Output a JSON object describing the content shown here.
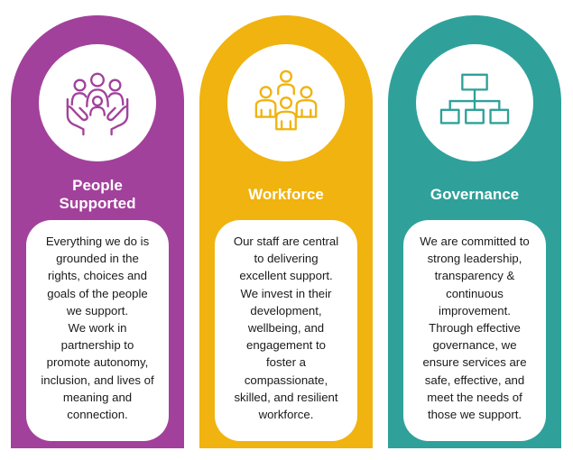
{
  "cards": [
    {
      "title_lines": [
        "People",
        "Supported"
      ],
      "color": "#a2419b",
      "icon": "people-care-icon",
      "description_lines": [
        "Everything we do is",
        "grounded in the",
        "rights, choices and",
        "goals of the people",
        "we support.",
        "We work in",
        "partnership to",
        "promote autonomy,",
        "inclusion, and lives of",
        "meaning and",
        "connection."
      ]
    },
    {
      "title_lines": [
        "Workforce"
      ],
      "color": "#f0b30f",
      "icon": "team-group-icon",
      "description_lines": [
        "Our staff are central",
        "to delivering",
        "excellent support.",
        "We invest in their",
        "development,",
        "wellbeing, and",
        "engagement to",
        "foster a",
        "compassionate,",
        "skilled, and resilient",
        "workforce."
      ]
    },
    {
      "title_lines": [
        "Governance"
      ],
      "color": "#2fa19a",
      "icon": "org-chart-icon",
      "description_lines": [
        "We are committed to",
        "strong leadership,",
        "transparency &",
        "continuous",
        "improvement.",
        "Through effective",
        "governance, we",
        "ensure services are",
        "safe, effective, and",
        "meet the needs of",
        "those we support."
      ]
    }
  ]
}
